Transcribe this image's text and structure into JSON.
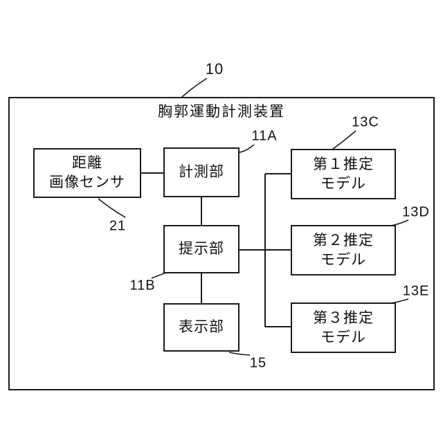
{
  "figure": {
    "figure_number": "10",
    "title": "胸郭運動計測装置"
  },
  "blocks": {
    "sensor": {
      "line1": "距離",
      "line2": "画像センサ",
      "ref": "21"
    },
    "measurement": {
      "label": "計測部",
      "ref": "11A"
    },
    "presentation": {
      "label": "提示部",
      "ref": "11B"
    },
    "display": {
      "label": "表示部",
      "ref": "15"
    },
    "model1": {
      "line1": "第１推定",
      "line2": "モデル",
      "ref": "13C"
    },
    "model2": {
      "line1": "第２推定",
      "line2": "モデル",
      "ref": "13D"
    },
    "model3": {
      "line1": "第３推定",
      "line2": "モデル",
      "ref": "13E"
    }
  },
  "colors": {
    "line": "#1a1a1a",
    "background": "#ffffff"
  }
}
